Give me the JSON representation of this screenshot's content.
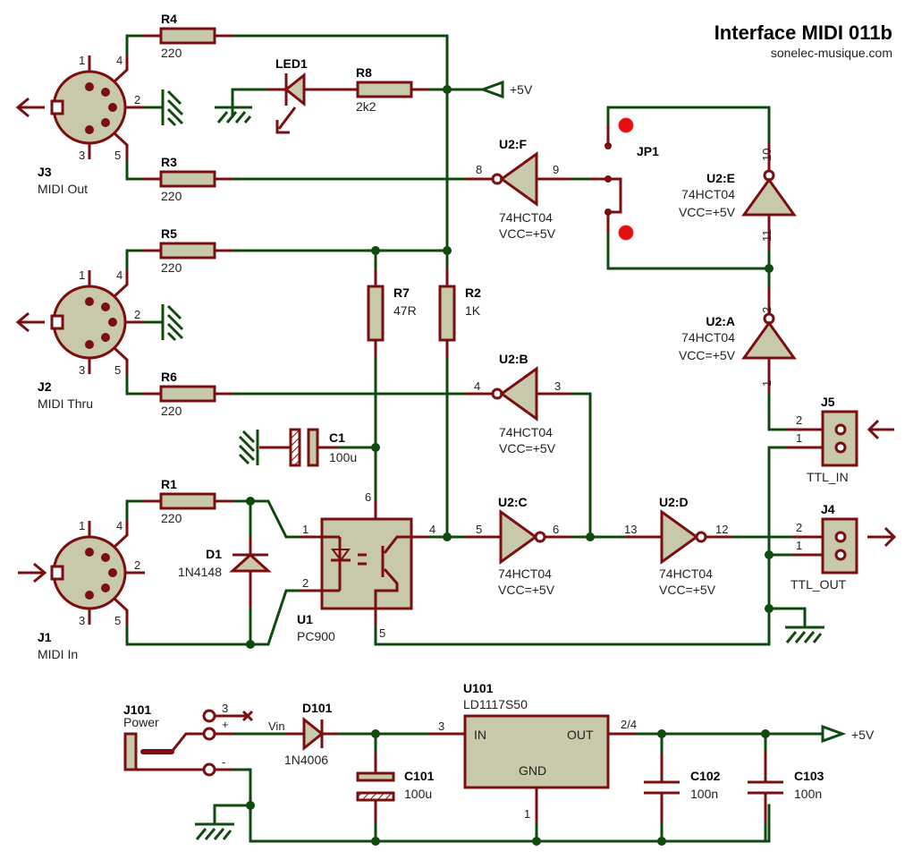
{
  "title": "Interface MIDI 011b",
  "subtitle": "sonelec-musique.com",
  "colors": {
    "wire": "#0f4a0f",
    "pin": "#7a0f0f",
    "body": "#c8c8aa",
    "jumper": "#e01010"
  },
  "connectors": {
    "J3": {
      "ref": "J3",
      "name": "MIDI Out",
      "direction": "out"
    },
    "J2": {
      "ref": "J2",
      "name": "MIDI Thru",
      "direction": "out"
    },
    "J1": {
      "ref": "J1",
      "name": "MIDI In",
      "direction": "in"
    },
    "J5": {
      "ref": "J5",
      "name": "TTL_IN",
      "direction": "in"
    },
    "J4": {
      "ref": "J4",
      "name": "TTL_OUT",
      "direction": "out"
    },
    "J101": {
      "ref": "J101",
      "name": "Power"
    },
    "JP1": {
      "ref": "JP1"
    }
  },
  "din_pins": [
    "1",
    "4",
    "2",
    "3",
    "5"
  ],
  "header_pins": [
    "2",
    "1"
  ],
  "resistors": {
    "R4": {
      "ref": "R4",
      "value": "220"
    },
    "R3": {
      "ref": "R3",
      "value": "220"
    },
    "R5": {
      "ref": "R5",
      "value": "220"
    },
    "R6": {
      "ref": "R6",
      "value": "220"
    },
    "R1": {
      "ref": "R1",
      "value": "220"
    },
    "R8": {
      "ref": "R8",
      "value": "2k2"
    },
    "R7": {
      "ref": "R7",
      "value": "47R"
    },
    "R2": {
      "ref": "R2",
      "value": "1K"
    }
  },
  "led": {
    "ref": "LED1"
  },
  "diodes": {
    "D1": {
      "ref": "D1",
      "value": "1N4148"
    },
    "D101": {
      "ref": "D101",
      "value": "1N4006"
    }
  },
  "capacitors": {
    "C1": {
      "ref": "C1",
      "value": "100u"
    },
    "C101": {
      "ref": "C101",
      "value": "100u"
    },
    "C102": {
      "ref": "C102",
      "value": "100n"
    },
    "C103": {
      "ref": "C103",
      "value": "100n"
    }
  },
  "gates": {
    "part": "74HCT04",
    "vcc": "VCC=+5V",
    "F": {
      "ref": "U2:F",
      "in": "8",
      "out": "9"
    },
    "E": {
      "ref": "U2:E",
      "in": "11",
      "out": "10"
    },
    "A": {
      "ref": "U2:A",
      "in": "1",
      "out": "2"
    },
    "B": {
      "ref": "U2:B",
      "in": "4",
      "out": "3"
    },
    "C": {
      "ref": "U2:C",
      "in": "5",
      "out": "6"
    },
    "D": {
      "ref": "U2:D",
      "in": "13",
      "out": "12"
    }
  },
  "optocoupler": {
    "ref": "U1",
    "value": "PC900",
    "pins": {
      "a": "1",
      "k": "2",
      "vcc": "6",
      "out": "4",
      "gnd": "5"
    }
  },
  "regulator": {
    "ref": "U101",
    "value": "LD1117S50",
    "in": "IN",
    "out": "OUT",
    "gnd": "GND",
    "pin_in": "3",
    "pin_out": "2/4",
    "pin_gnd": "1"
  },
  "power_jack": {
    "pin3": "3",
    "plus": "+",
    "minus": "-",
    "net": "Vin"
  },
  "rails": {
    "vcc_top": "+5V",
    "vcc_reg": "+5V"
  }
}
